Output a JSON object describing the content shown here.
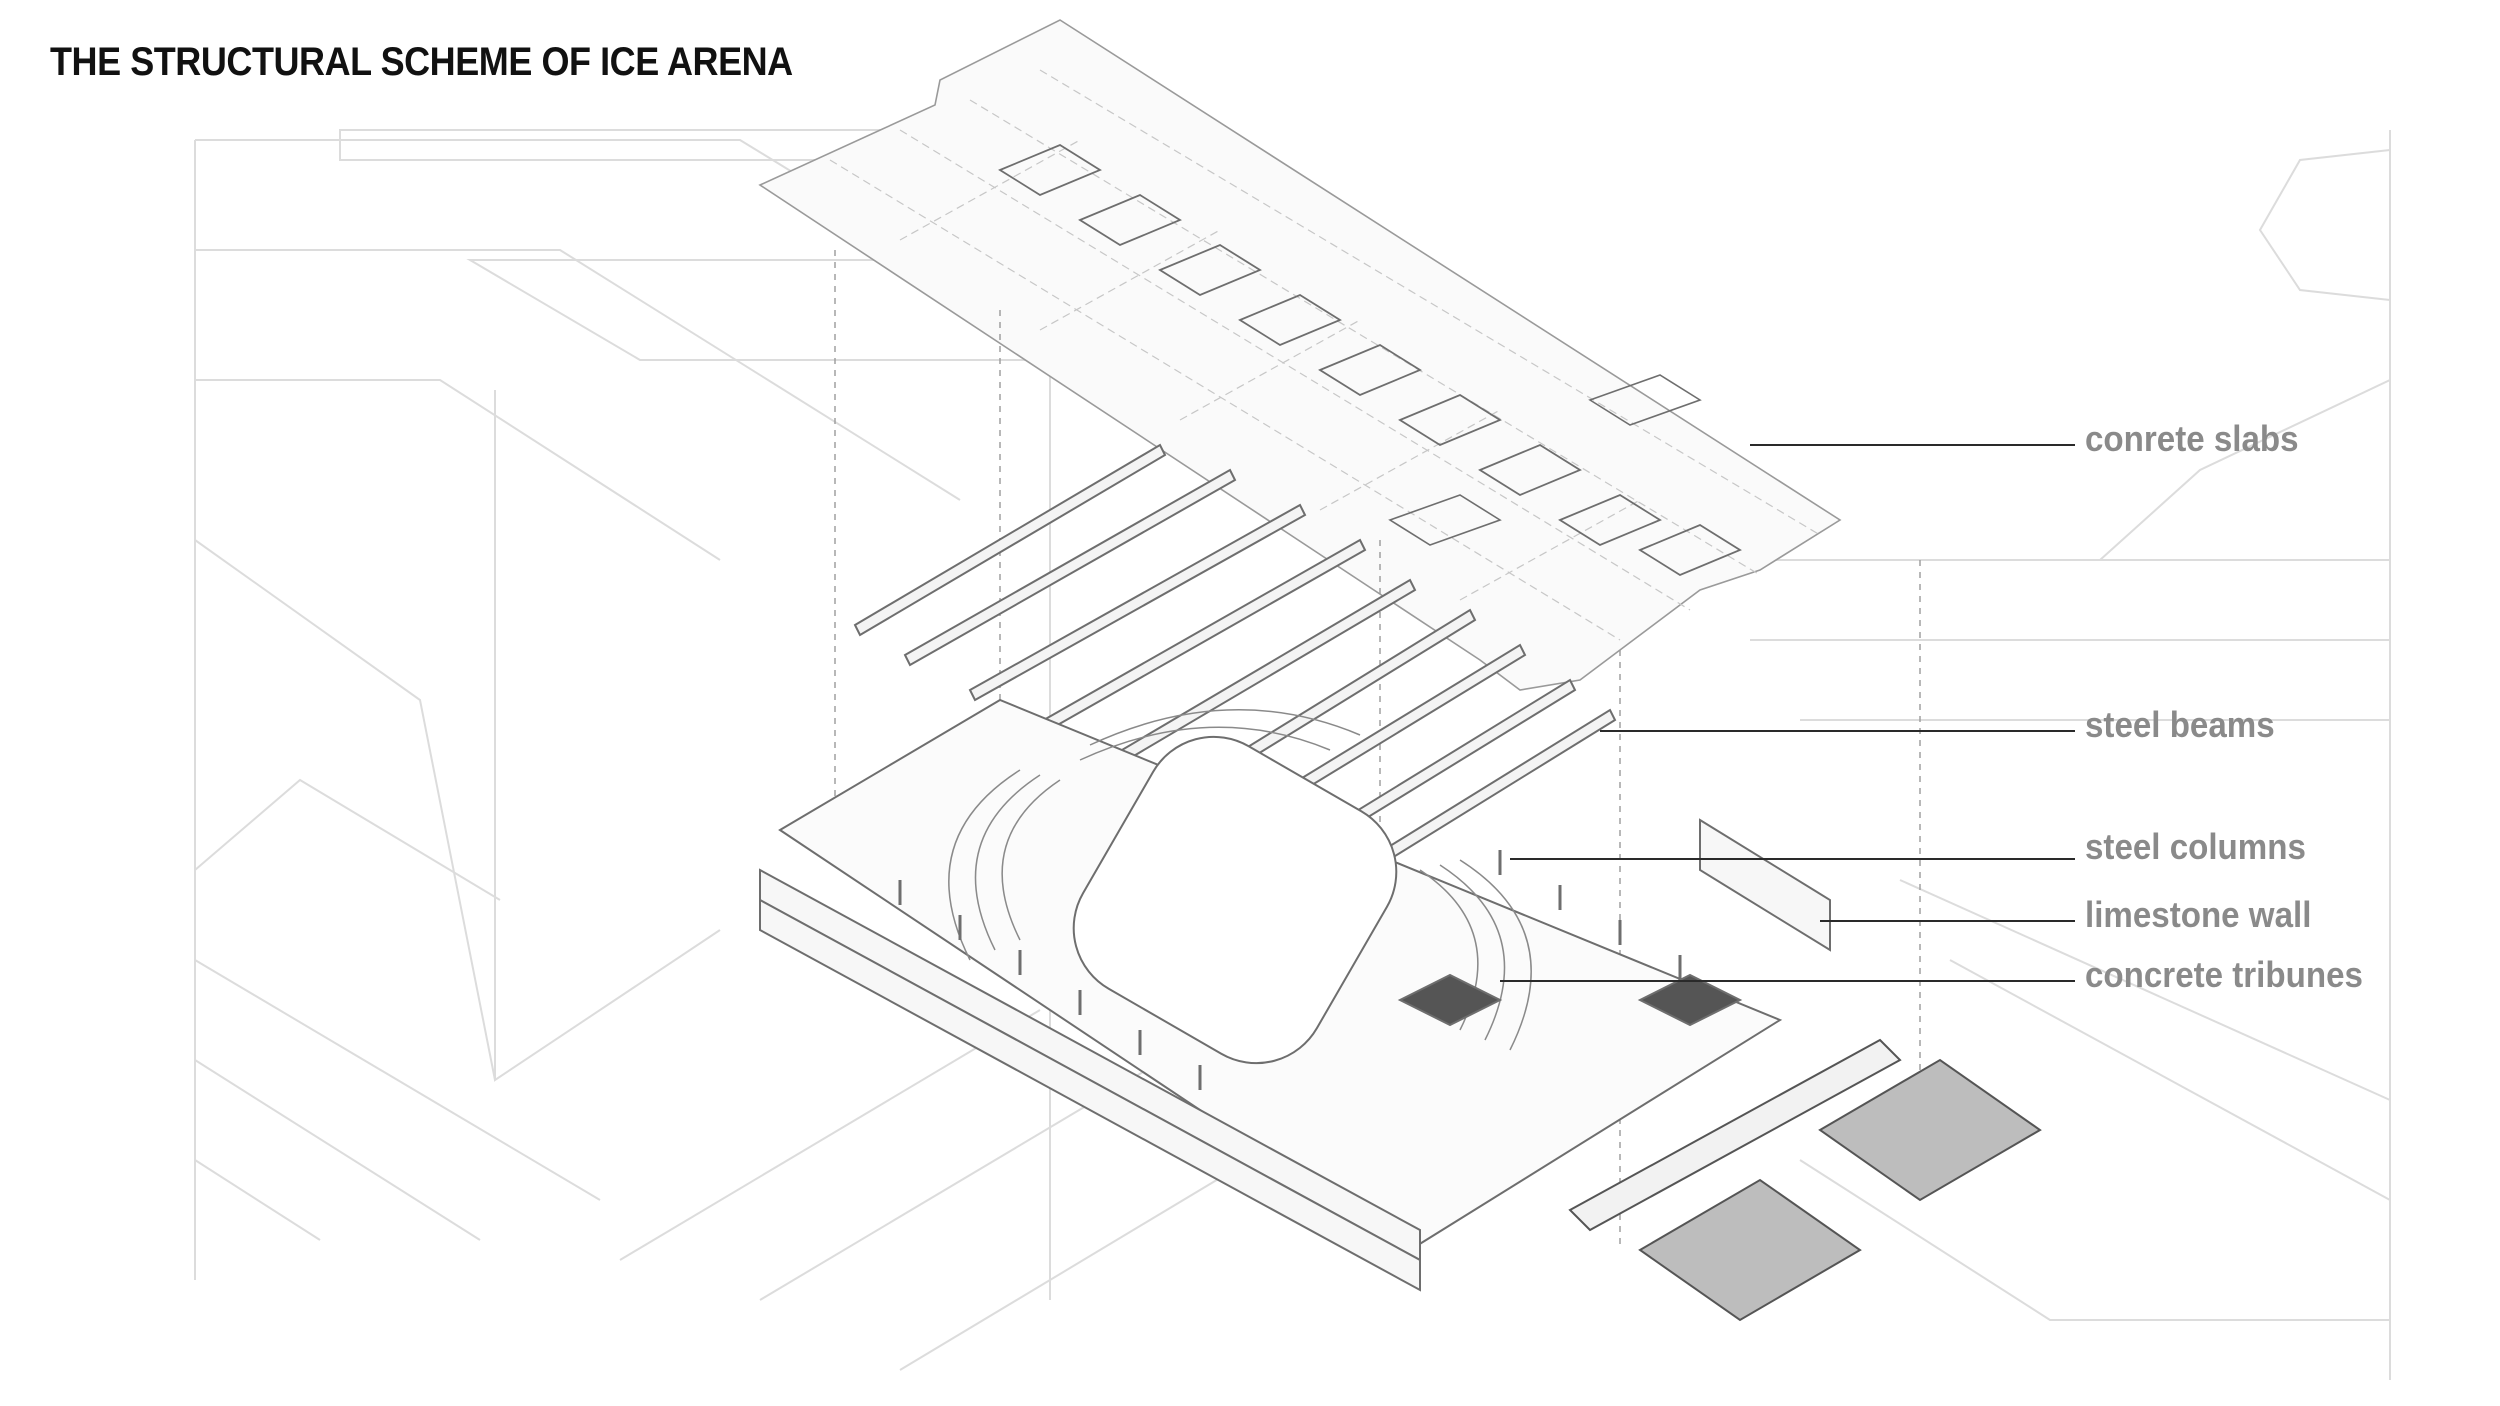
{
  "title": "THE STRUCTURAL SCHEME OF ICE ARENA",
  "labels": [
    {
      "id": "slabs",
      "text": "conrete slabs"
    },
    {
      "id": "beams",
      "text": "steel beams"
    },
    {
      "id": "columns",
      "text": "steel columns"
    },
    {
      "id": "wall",
      "text": "limestone wall"
    },
    {
      "id": "tribunes",
      "text": "concrete tribunes"
    }
  ],
  "colors": {
    "title": "#111111",
    "label": "#8a8a8a",
    "leader": "#2a2a2a",
    "context": "#d9d9d9",
    "structure": "#6e6e6e"
  }
}
